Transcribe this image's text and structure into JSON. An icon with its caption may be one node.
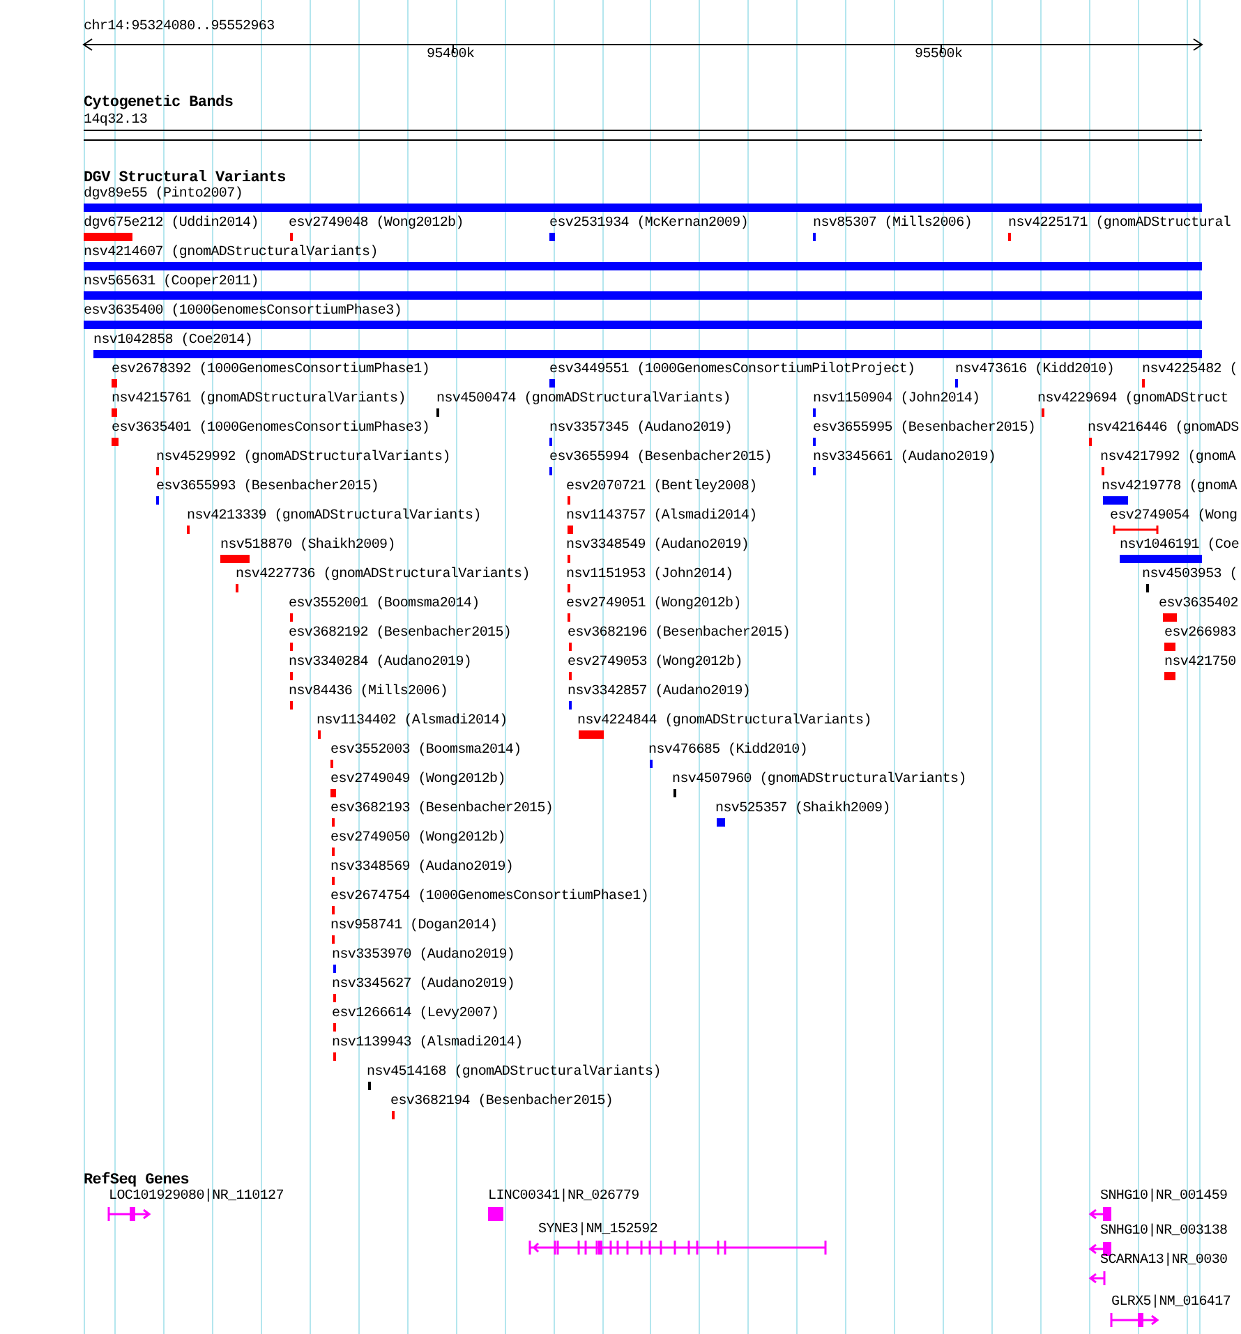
{
  "diagram": {
    "labels": [
      "chr14:95324080..95552963",
      "95400k",
      "95500k",
      "Cytogenetic Bands",
      "14q32.13",
      "DGV Structural Variants",
      "dgv89e55 (Pinto2007)",
      "dgv675e212 (Uddin2014)",
      "esv2749048 (Wong2012b)",
      "esv2531934 (McKernan2009)",
      "nsv85307 (Mills2006)",
      "nsv4225171 (gnomADStructural",
      "nsv4214607 (gnomADStructuralVariants)",
      "nsv565631 (Cooper2011)",
      "esv3635400 (1000GenomesConsortiumPhase3)",
      "nsv1042858 (Coe2014)",
      "esv2678392 (1000GenomesConsortiumPhase1)",
      "esv3449551 (1000GenomesConsortiumPilotProject)",
      "nsv473616 (Kidd2010)",
      "nsv4225482 (",
      "nsv4215761 (gnomADStructuralVariants)",
      "nsv4500474 (gnomADStructuralVariants)",
      "nsv1150904 (John2014)",
      "nsv4229694 (gnomADStruct",
      "esv3635401 (1000GenomesConsortiumPhase3)",
      "nsv3357345 (Audano2019)",
      "esv3655995 (Besenbacher2015)",
      "nsv4216446 (gnomADS",
      "nsv4529992 (gnomADStructuralVariants)",
      "esv3655994 (Besenbacher2015)",
      "nsv3345661 (Audano2019)",
      "nsv4217992 (gnomA",
      "esv3655993 (Besenbacher2015)",
      "esv2070721 (Bentley2008)",
      "nsv4219778 (gnomA",
      "nsv4213339 (gnomADStructuralVariants)",
      "nsv1143757 (Alsmadi2014)",
      "esv2749054 (Wong",
      "nsv518870 (Shaikh2009)",
      "nsv3348549 (Audano2019)",
      "nsv1046191 (Coe",
      "nsv4227736 (gnomADStructuralVariants)",
      "nsv1151953 (John2014)",
      "nsv4503953 (",
      "esv3552001 (Boomsma2014)",
      "esv2749051 (Wong2012b)",
      "esv3635402",
      "esv3682192 (Besenbacher2015)",
      "esv3682196 (Besenbacher2015)",
      "esv266983",
      "nsv3340284 (Audano2019)",
      "esv2749053 (Wong2012b)",
      "nsv421750",
      "nsv84436 (Mills2006)",
      "nsv3342857 (Audano2019)",
      "nsv1134402 (Alsmadi2014)",
      "nsv4224844 (gnomADStructuralVariants)",
      "esv3552003 (Boomsma2014)",
      "nsv476685 (Kidd2010)",
      "esv2749049 (Wong2012b)",
      "nsv4507960 (gnomADStructuralVariants)",
      "esv3682193 (Besenbacher2015)",
      "nsv525357 (Shaikh2009)",
      "esv2749050 (Wong2012b)",
      "nsv3348569 (Audano2019)",
      "esv2674754 (1000GenomesConsortiumPhase1)",
      "nsv958741 (Dogan2014)",
      "nsv3353970 (Audano2019)",
      "nsv3345627 (Audano2019)",
      "esv1266614 (Levy2007)",
      "nsv1139943 (Alsmadi2014)",
      "nsv4514168 (gnomADStructuralVariants)",
      "esv3682194 (Besenbacher2015)",
      "RefSeq Genes",
      "LOC101929080|NR_110127",
      "LINC00341|NR_026779",
      "SNHG10|NR_001459",
      "SYNE3|NM_152592",
      "SNHG10|NR_003138",
      "SCARNA13|NR_0030",
      "GLRX5|NM_016417"
    ]
  }
}
